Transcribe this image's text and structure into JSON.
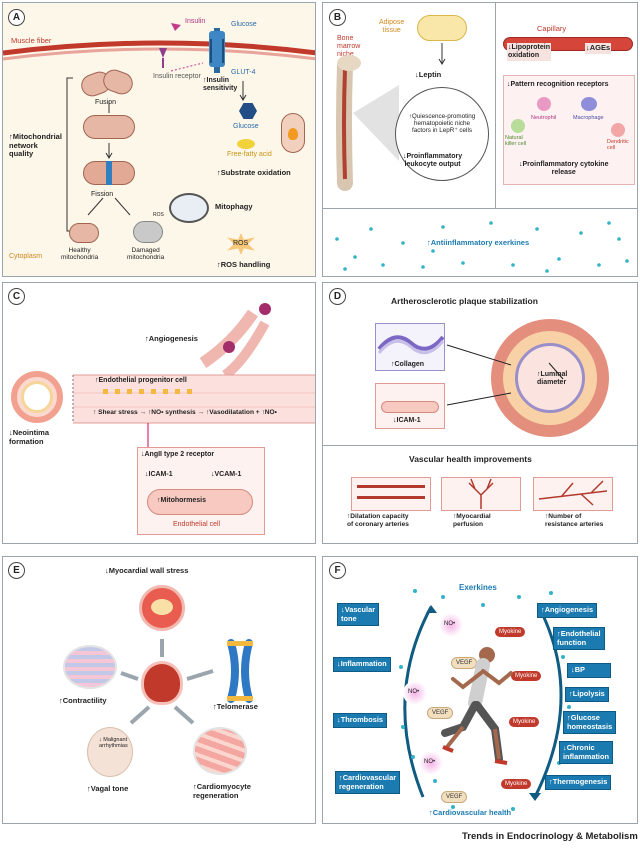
{
  "panelA": {
    "letter": "A",
    "muscle_fiber": "Muscle fiber",
    "insulin": "Insulin",
    "glucose_top": "Glucose",
    "insulin_receptor": "Insulin receptor",
    "glut4": "GLUT-4",
    "insulin_sensitivity": "↑Insulin\nsensitivity",
    "fusion": "Fusion",
    "fission": "Fission",
    "mito_quality": "↑Mitochondrial\nnetwork\nquality",
    "glucose_mid": "Glucose",
    "ffa": "Free-fatty acid",
    "substrate": "↑Substrate oxidation",
    "mitophagy": "Mitophagy",
    "ros_small": "ROS",
    "healthy": "Healthy\nmitochondria",
    "damaged": "Damaged\nmitochondria",
    "ros_big": "ROS",
    "ros_handling": "↑ROS handling",
    "cytoplasm": "Cytoplasm"
  },
  "panelB": {
    "letter": "B",
    "adipose": "Adipose\ntissue",
    "bone_marrow": "Bone\nmarrow\nniche",
    "leptin": "↓Leptin",
    "niche": "↑Quiescence-promoting\nhematopoietic niche\nfactors in LepR⁺ cells",
    "leukocyte": "↓Proinflammatory\nleukocyte output",
    "capillary": "Capillary",
    "lipo": "↓Lipoprotein\noxidation",
    "ages": "↓AGEs",
    "prr": "↓Pattern recognition receptors",
    "neutrophil": "Neutrophil",
    "macrophage": "Macrophage",
    "nk": "Natural\nkiller cell",
    "dendritic": "Dendritic\ncell",
    "cytokine": "↓Proinflammatory cytokine\nrelease",
    "exerkines": "↑Antiinflammatory exerkines"
  },
  "panelC": {
    "letter": "C",
    "angio": "↑Angiogenesis",
    "epc": "↑Endothelial progenitor cell",
    "flow": "↑ Shear stress → ↑NO• synthesis → ↑Vasodilatation + ↑NO•",
    "neointima": "↓Neointima\nformation",
    "angii": "↓AngII type 2 receptor",
    "icam": "↓ICAM-1",
    "vcam": "↓VCAM-1",
    "mitohormesis": "↑Mitohormesis",
    "endo": "Endothelial cell"
  },
  "panelD": {
    "letter": "D",
    "title1": "Artherosclerotic plaque stabilization",
    "collagen": "↑Collagen",
    "icam": "↓ICAM-1",
    "luminal": "↑Luminal\ndiameter",
    "title2": "Vascular health improvements",
    "dilation": "↑Dilatation capacity\nof coronary arteries",
    "myocardial": "↑Myocardial\nperfusion",
    "resistance": "↑Number of\nresistance arteries"
  },
  "panelE": {
    "letter": "E",
    "wall": "↓Myocardial wall stress",
    "contract": "↑Contractility",
    "telomerase": "↑Telomerase",
    "arrhythmias": "↓ Malignant\narrhythmias",
    "vagal": "↑Vagal tone",
    "regen": "↑Cardiomyocyte\nregeneration"
  },
  "panelF": {
    "letter": "F",
    "exerkines": "Exerkines",
    "left": [
      "↓Vascular\ntone",
      "↓Inflammation",
      "↓Thrombosis",
      "↑Cardiovascular\nregeneration"
    ],
    "right": [
      "↑Angiogenesis",
      "↑Endothelial\nfunction",
      "↓BP",
      "↑Lipolysis",
      "↑Glucose\nhomeostasis",
      "↓Chronic\ninflammation",
      "↑Thermogenesis"
    ],
    "no": "NO•",
    "vegf": "VEGF",
    "myokine": "Myokine",
    "cv_health": "↑Cardiovascular health"
  },
  "footer": "Trends in Endocrinology & Metabolism",
  "colors": {
    "box_blue": "#1b7bb0",
    "panel_a_bg": "#fdf6e8",
    "panel_f_bg": "#ffffff",
    "vessel_red": "#c0392b"
  }
}
